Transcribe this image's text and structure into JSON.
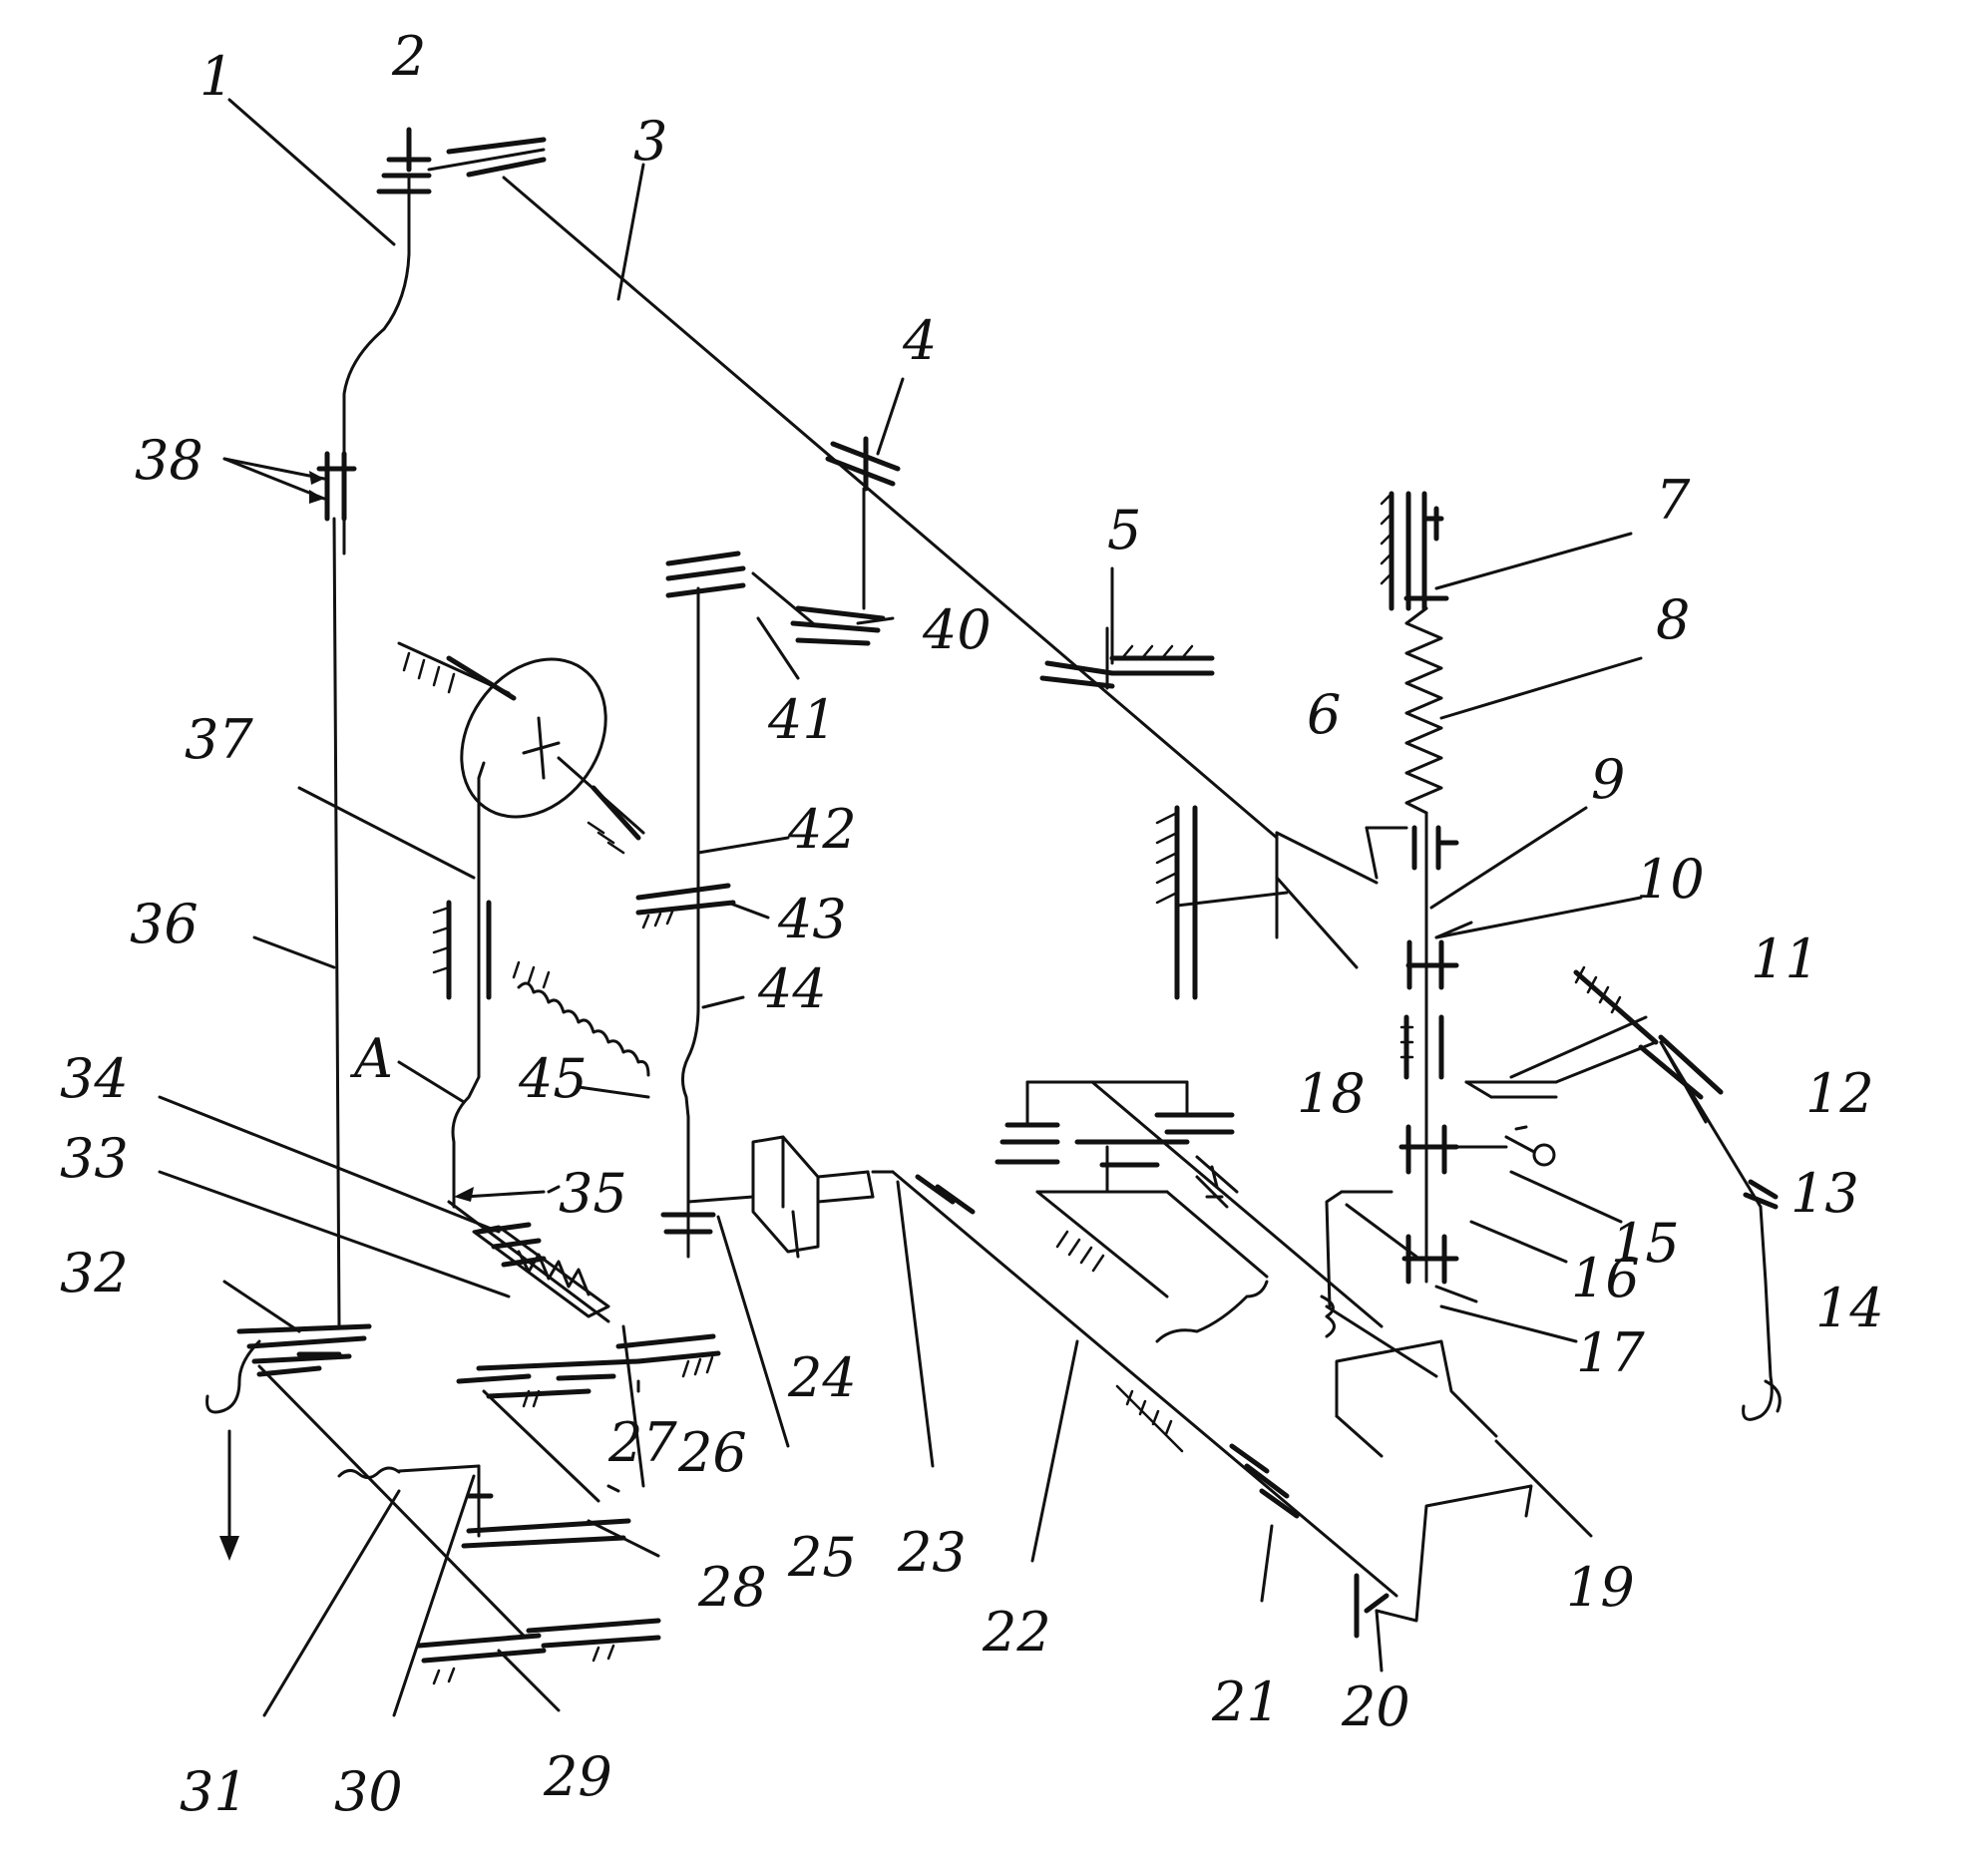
{
  "labels": {
    "l1": "1",
    "l2": "2",
    "l3": "3",
    "l4": "4",
    "l5": "5",
    "l6": "6",
    "l7": "7",
    "l8": "8",
    "l9": "9",
    "l10": "10",
    "l11": "11",
    "l12": "12",
    "l13": "13",
    "l14": "14",
    "l15": "15",
    "l16": "16",
    "l17": "17",
    "l18": "18",
    "l19": "19",
    "l20": "20",
    "l21": "21",
    "l22": "22",
    "l23": "23",
    "l24": "24",
    "l25": "25",
    "l26": "26",
    "l27": "27",
    "l28": "28",
    "l29": "29",
    "l30": "30",
    "l31": "31",
    "l32": "32",
    "l33": "33",
    "l34": "34",
    "l35": "35",
    "l36": "36",
    "l37": "37",
    "l38": "38",
    "l40": "40",
    "l41": "41",
    "l42": "42",
    "l43": "43",
    "l44": "44",
    "l45": "45",
    "lA": "A"
  },
  "colors": {
    "ink": "#111111",
    "paper": "#ffffff"
  }
}
